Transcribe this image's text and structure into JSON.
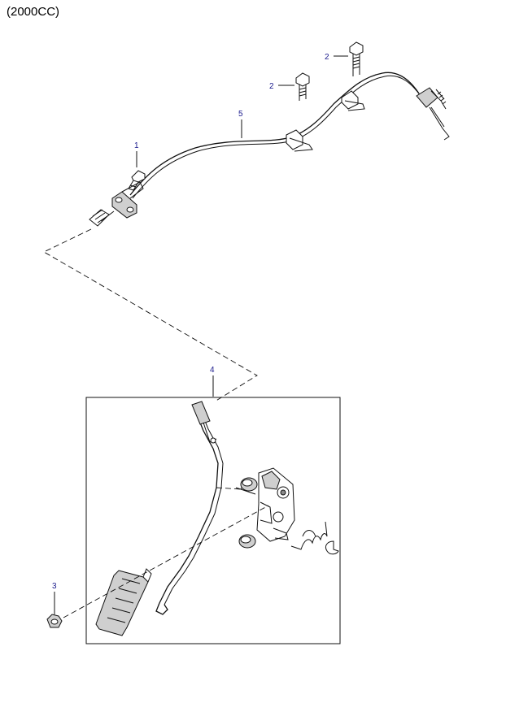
{
  "header": {
    "title": "(2000CC)"
  },
  "callouts": {
    "c1": "1",
    "c2a": "2",
    "c2b": "2",
    "c3": "3",
    "c4": "4",
    "c5": "5"
  }
}
